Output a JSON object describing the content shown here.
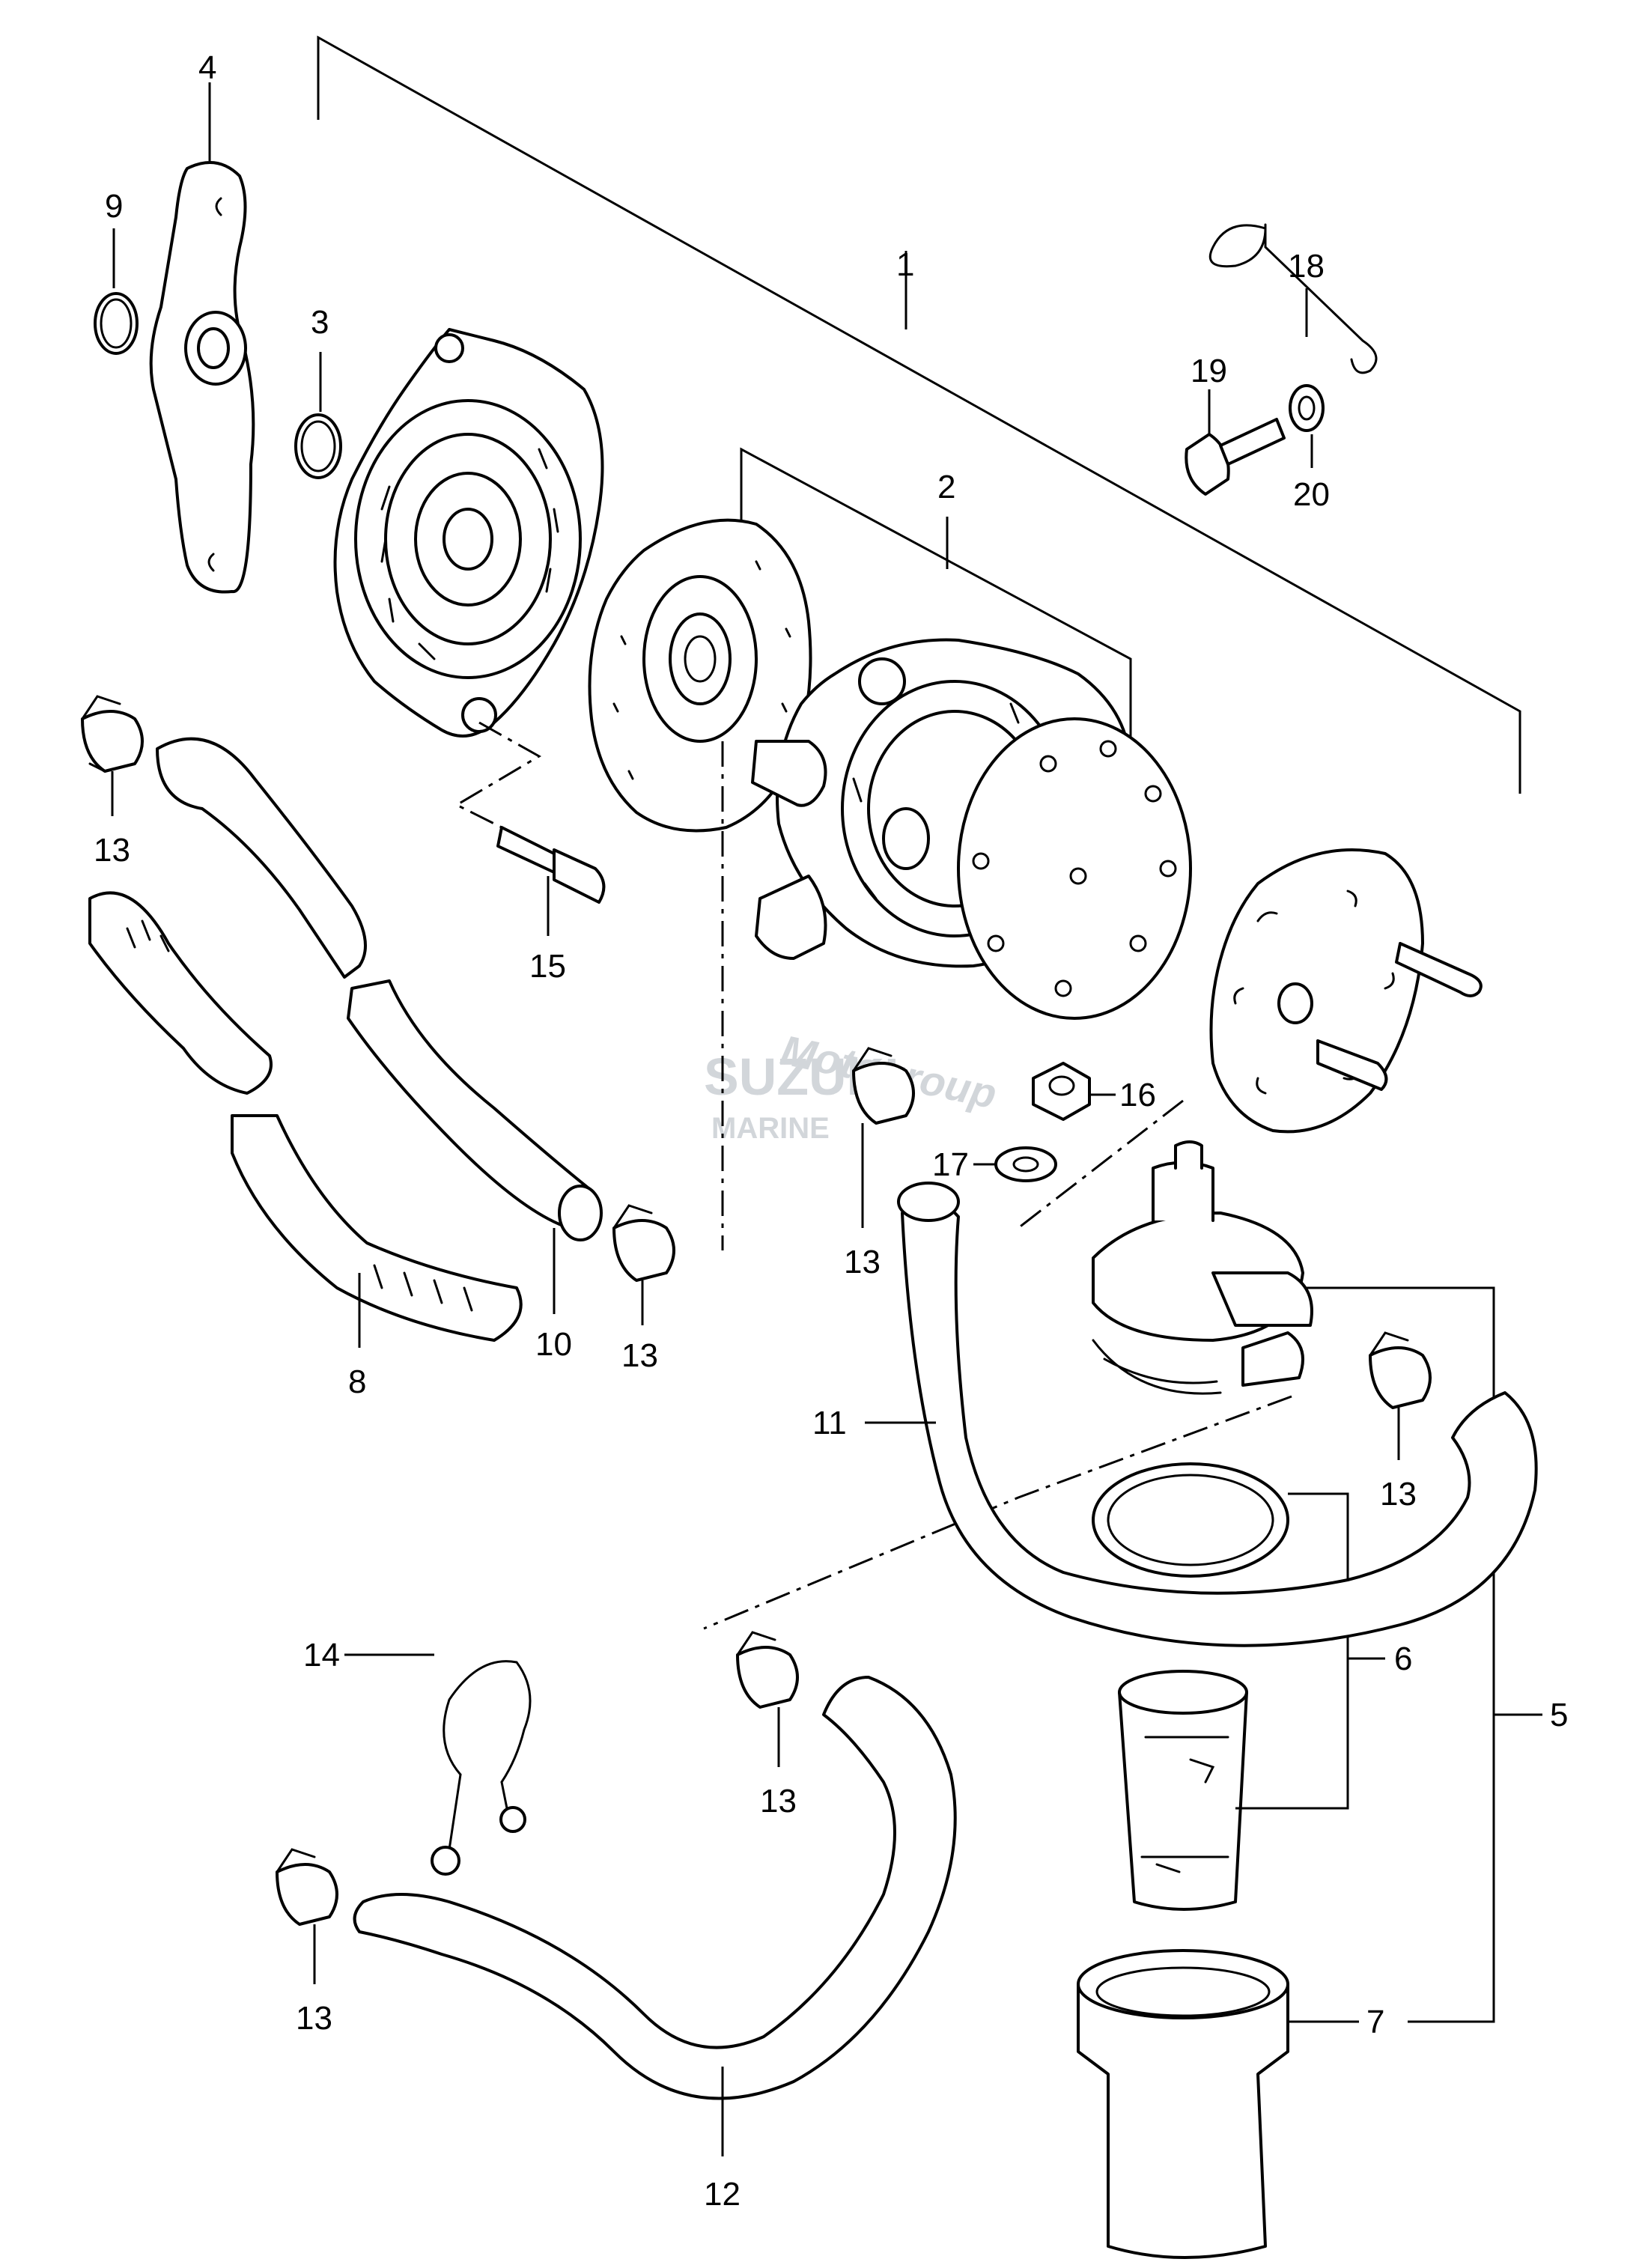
{
  "diagram": {
    "callouts": [
      "1",
      "2",
      "3",
      "4",
      "5",
      "6",
      "7",
      "8",
      "9",
      "10",
      "11",
      "12",
      "13",
      "13",
      "13",
      "13",
      "13",
      "13",
      "14",
      "15",
      "16",
      "17",
      "18",
      "19",
      "20"
    ],
    "watermark": {
      "brand": "SUZUKI",
      "sub": "MARINE",
      "site": "Motogroup"
    }
  }
}
